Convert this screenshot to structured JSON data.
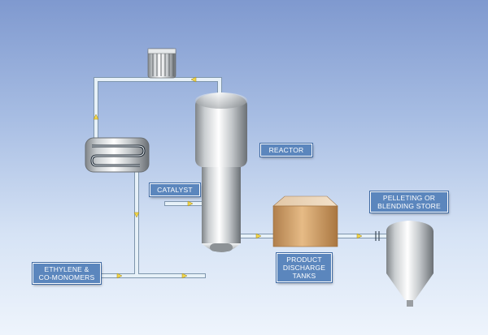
{
  "labels": {
    "reactor": "REACTOR",
    "catalyst": "CATALYST",
    "ethylene": [
      "ETHYLENE &",
      "CO-MONOMERS"
    ],
    "product": [
      "PRODUCT",
      "DISCHARGE",
      "TANKS"
    ],
    "pelleting": [
      "PELLETING OR",
      "BLENDING STORE"
    ]
  },
  "colors": {
    "pipe": "#e7f1f8",
    "pipe_outline": "#7f96ad",
    "flow_arrow": "#f2d64a",
    "label_fill": "#5b86bd",
    "product_tank": "#d2a06a"
  }
}
